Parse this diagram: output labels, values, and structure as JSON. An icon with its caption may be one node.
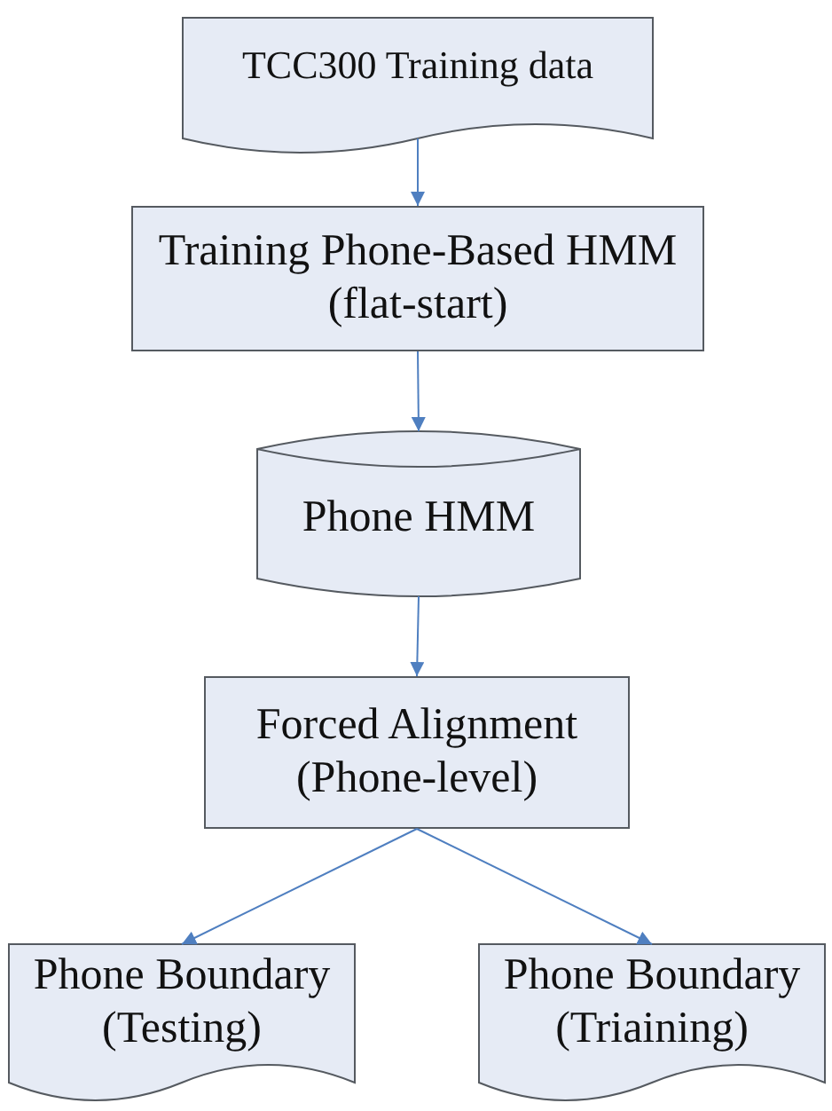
{
  "diagram": {
    "nodes": [
      {
        "text": [
          "TCC300 Training data"
        ]
      },
      {
        "text": [
          "Training Phone-Based HMM",
          "(flat-start)"
        ]
      },
      {
        "text": [
          "Phone HMM"
        ]
      },
      {
        "text": [
          "Forced Alignment",
          "(Phone-level)"
        ]
      },
      {
        "text": [
          "Phone Boundary",
          "(Testing)"
        ]
      },
      {
        "text": [
          "Phone Boundary",
          "(Triaining)"
        ]
      }
    ],
    "edges": [
      {
        "from": 0,
        "to": 1,
        "arrow": "to"
      },
      {
        "from": 1,
        "to": 2,
        "arrow": "to"
      },
      {
        "from": 2,
        "to": 3,
        "arrow": "to"
      },
      {
        "from": 3,
        "to": 4,
        "arrow": "to"
      },
      {
        "from": 3,
        "to": 5,
        "arrow": "to"
      }
    ]
  }
}
